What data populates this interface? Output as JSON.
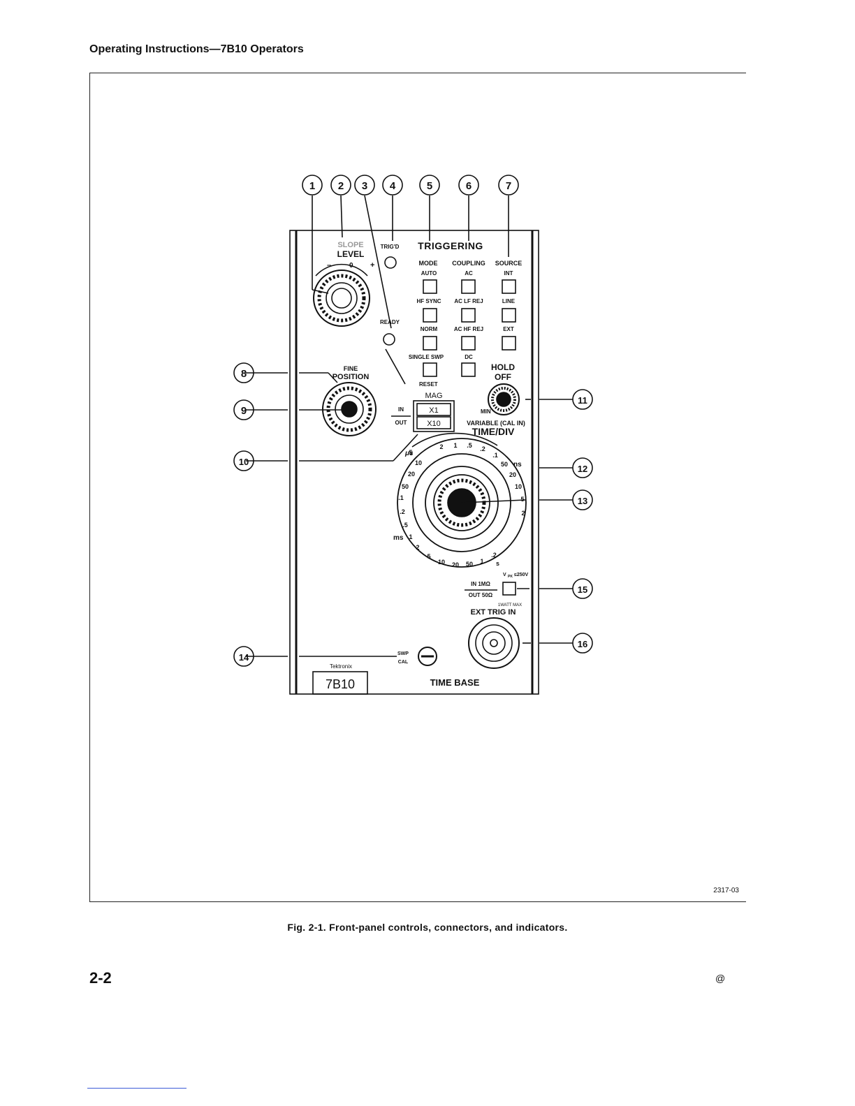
{
  "header": {
    "title": "Operating Instructions—7B10 Operators"
  },
  "figure": {
    "number": "2317-03",
    "caption": "Fig. 2-1. Front-panel controls, connectors, and indicators.",
    "callouts": [
      "1",
      "2",
      "3",
      "4",
      "5",
      "6",
      "7",
      "8",
      "9",
      "10",
      "11",
      "12",
      "13",
      "14",
      "15",
      "16"
    ],
    "panel": {
      "slope": "SLOPE",
      "level": "LEVEL",
      "minus": "–",
      "zero": "0",
      "plus": "+",
      "trigd": "TRIG'D",
      "triggering": "TRIGGERING",
      "mode": "MODE",
      "coupling": "COUPLING",
      "source": "SOURCE",
      "auto": "AUTO",
      "ac": "AC",
      "int": "INT",
      "hf_sync": "HF SYNC",
      "ac_lf_rej": "AC LF REJ",
      "line": "LINE",
      "ready": "READY",
      "norm": "NORM",
      "ac_hf_rej": "AC HF REJ",
      "ext": "EXT",
      "single_swp": "SINGLE SWP",
      "dc": "DC",
      "hold": "HOLD",
      "off": "OFF",
      "fine": "FINE",
      "position": "POSITION",
      "reset": "RESET",
      "mag": "MAG",
      "in": "IN",
      "out": "OUT",
      "x1": "X1",
      "x10": "X10",
      "min": "MIN",
      "variable": "VARIABLE (CAL IN)",
      "time_div": "TIME/DIV",
      "us": "μs",
      "ns": "ns",
      "ms": "ms",
      "s": "s",
      "dial_values": [
        "2",
        "1",
        ".5",
        ".2",
        ".1",
        "50",
        "20",
        "10",
        "5",
        "2",
        "5",
        "10",
        "20",
        "50",
        ".1",
        ".2",
        ".5",
        "1",
        "2",
        "5",
        "10",
        "20",
        "50",
        "1",
        ".2"
      ],
      "vpk": "V",
      "vpk_sub": "PK",
      "vpk_val": "≤250V",
      "in_1m": "IN 1MΩ",
      "out_50": "OUT 50Ω",
      "watt": "1WATT MAX",
      "ext_trig_in": "EXT TRIG IN",
      "swp": "SWP",
      "cal": "CAL",
      "brand": "Tektronix",
      "model": "7B10",
      "time_base": "TIME BASE"
    }
  },
  "footer": {
    "page": "2-2",
    "mark": "@"
  }
}
